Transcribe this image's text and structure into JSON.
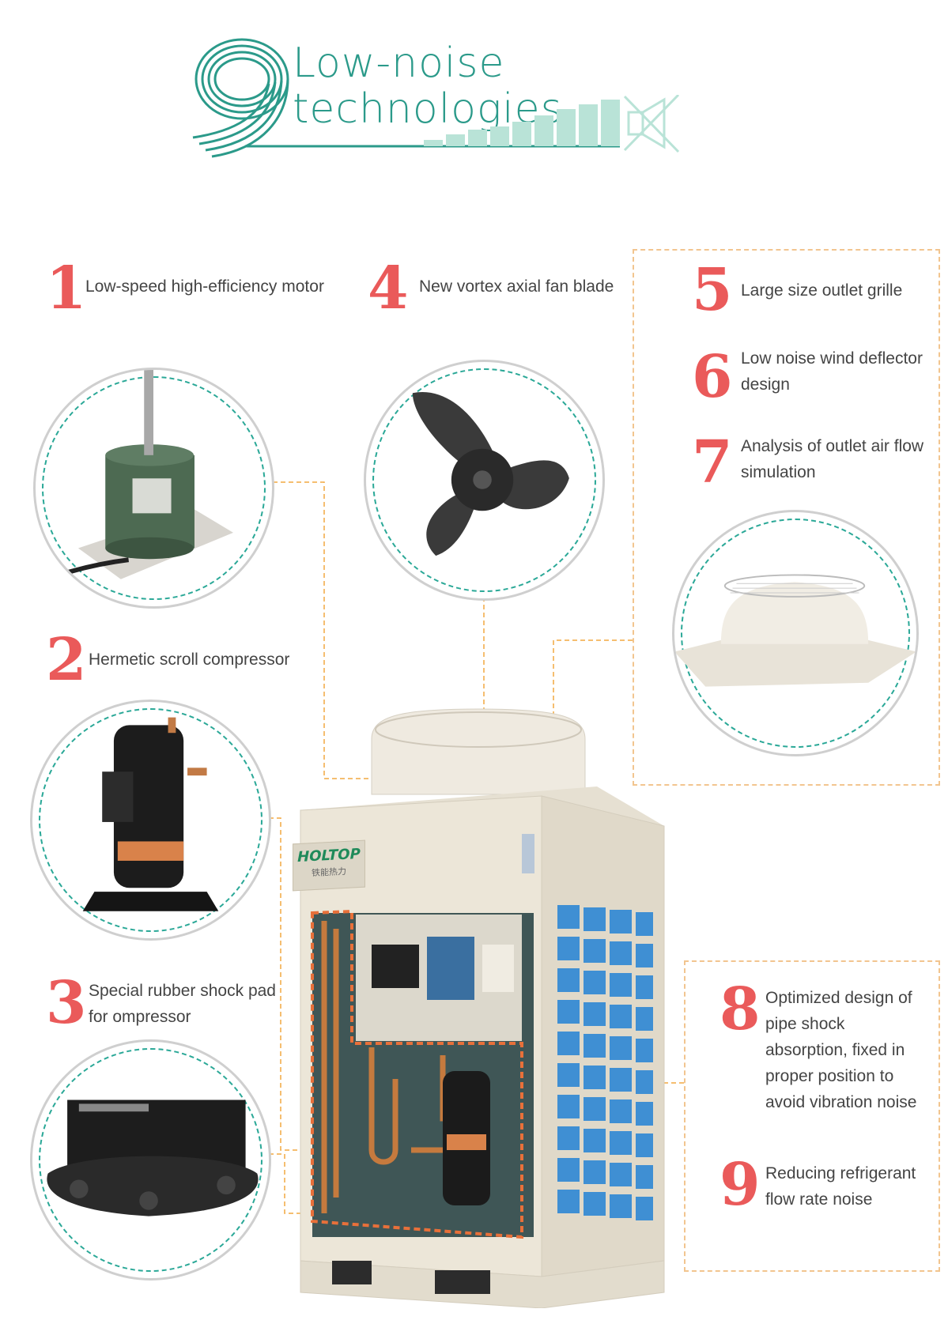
{
  "header": {
    "number": "9",
    "title_line1": "Low-noise",
    "title_line2": "technologies",
    "colors": {
      "teal": "#2b9a8a",
      "light_teal": "#b9e3d7"
    },
    "icon": "speaker-muted-icon"
  },
  "features": [
    {
      "number": "1",
      "label": "Low-speed high-efficiency motor"
    },
    {
      "number": "2",
      "label": "Hermetic scroll compressor"
    },
    {
      "number": "3",
      "label": "Special rubber shock pad for ompressor"
    },
    {
      "number": "4",
      "label": "New vortex axial fan blade"
    },
    {
      "number": "5",
      "label": "Large size outlet grille"
    },
    {
      "number": "6",
      "label": "Low noise wind deflector design"
    },
    {
      "number": "7",
      "label": "Analysis of outlet air flow simulation"
    },
    {
      "number": "8",
      "label": "Optimized design of pipe shock absorption, fixed in proper position to avoid vibration noise"
    },
    {
      "number": "9",
      "label": "Reducing refrigerant flow rate noise"
    }
  ],
  "unit": {
    "brand": "HOLTOP",
    "brand_sub": "铁能热力"
  },
  "colors": {
    "number_red": "#ea5a5a",
    "dashed_orange": "#f2c58f",
    "circle_teal_dash": "#2aa897"
  }
}
